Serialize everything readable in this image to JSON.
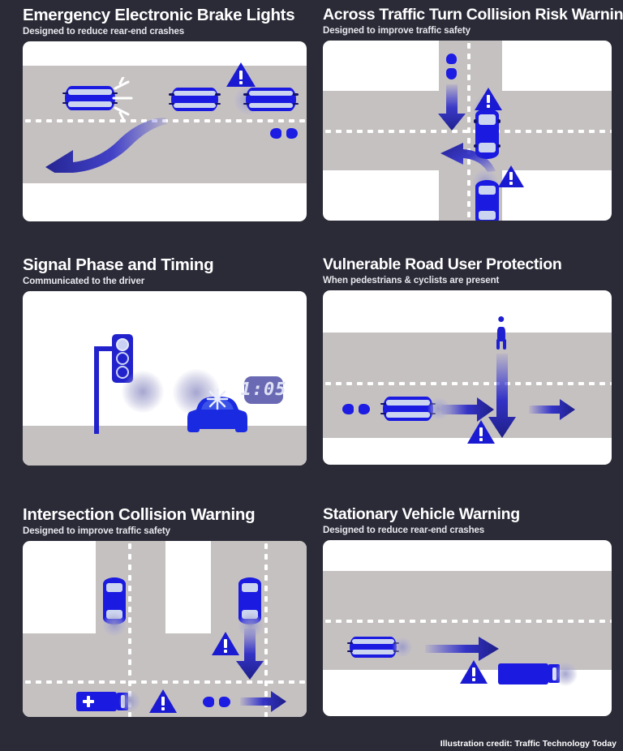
{
  "theme": {
    "background": "#2b2b38",
    "panel_background": "#ffffff",
    "road_gray": "#c6c1c1",
    "accent_blue": "#1a1ae0",
    "lane_marking": "#ffffff",
    "title_color": "#ffffff"
  },
  "panels": [
    {
      "id": "emergency-electronic-brake-lights",
      "title": "Emergency Electronic Brake Lights",
      "subtitle": "Designed to reduce rear-end crashes",
      "icons": [
        "car-top-down",
        "brake-light-burst",
        "warning-triangle",
        "curved-left-arrow",
        "motorcycle",
        "signal-glow"
      ]
    },
    {
      "id": "across-traffic-turn-collision-risk-warning",
      "title": "Across Traffic Turn Collision Risk Warning",
      "subtitle": "Designed to improve traffic safety",
      "icons": [
        "motorcycle-vertical",
        "down-arrow",
        "car-top-down",
        "warning-triangle",
        "curved-left-arrow",
        "signal-glow"
      ]
    },
    {
      "id": "signal-phase-and-timing",
      "title": "Signal Phase and Timing",
      "subtitle": "Communicated to the driver",
      "timer_value": "1:05",
      "icons": [
        "traffic-light",
        "signal-wave",
        "car-front",
        "countdown-display"
      ]
    },
    {
      "id": "vulnerable-road-user-protection",
      "title": "Vulnerable Road User Protection",
      "subtitle": "When pedestrians & cyclists are present",
      "icons": [
        "pedestrian",
        "down-arrow",
        "car-top-down",
        "right-arrow",
        "motorcycle",
        "warning-triangle"
      ]
    },
    {
      "id": "intersection-collision-warning",
      "title": "Intersection Collision Warning",
      "subtitle": "Designed to improve traffic safety",
      "icons": [
        "car-top-down",
        "ambulance",
        "warning-triangle",
        "down-arrow",
        "right-arrow",
        "motorcycle",
        "signal-glow"
      ]
    },
    {
      "id": "stationary-vehicle-warning",
      "title": "Stationary Vehicle Warning",
      "subtitle": "Designed to reduce  rear-end crashes",
      "icons": [
        "car-top-down",
        "right-arrow",
        "warning-triangle",
        "truck",
        "signal-glow"
      ]
    }
  ],
  "credit": "Illustration credit: Traffic Technology Today"
}
